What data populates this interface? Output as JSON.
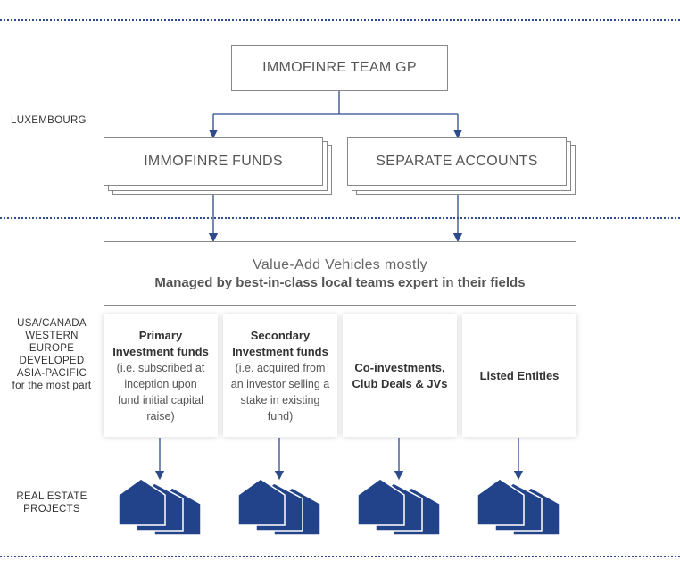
{
  "colors": {
    "navy": "#2c4a8c",
    "house": "#22428a",
    "border": "#888888"
  },
  "labels": {
    "luxembourg": "LUXEMBOURG",
    "regions": [
      "USA/CANADA",
      "WESTERN",
      "EUROPE",
      "DEVELOPED",
      "ASIA-PACIFIC",
      "for the most part"
    ],
    "real_estate": [
      "REAL ESTATE",
      "PROJECTS"
    ]
  },
  "gp": {
    "title": "IMMOFINRE TEAM GP"
  },
  "funds": {
    "title": "IMMOFINRE FUNDS"
  },
  "accounts": {
    "title": "SEPARATE ACCOUNTS"
  },
  "vehicles": {
    "line1": "Value-Add Vehicles mostly",
    "line2": "Managed by best-in-class local teams expert in their fields"
  },
  "cards": [
    {
      "title_lines": [
        "Primary",
        "Investment funds"
      ],
      "sub_lines": [
        "(i.e. subscribed at",
        "inception upon",
        "fund initial capital",
        "raise)"
      ]
    },
    {
      "title_lines": [
        "Secondary",
        "Investment funds"
      ],
      "sub_lines": [
        "(i.e. acquired from",
        "an investor selling a",
        "stake in existing",
        "fund)"
      ]
    },
    {
      "title_lines": [
        "Co-investments,",
        "Club Deals & JVs"
      ],
      "sub_lines": []
    },
    {
      "title_lines": [
        "Listed Entities"
      ],
      "sub_lines": []
    }
  ],
  "icons": {
    "house": "house-icon"
  }
}
